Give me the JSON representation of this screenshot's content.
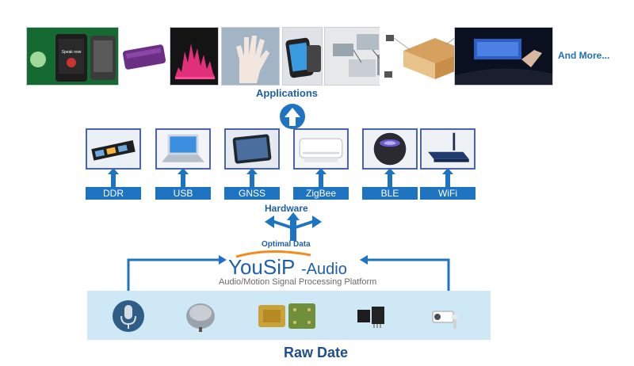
{
  "applications": {
    "title": "Applications",
    "more_label": "And More...",
    "thumbnails": [
      "voice-assistant",
      "headphones",
      "audio-visualizer",
      "gesture-hand",
      "smartphone-app",
      "hardware-collage",
      "smart-home",
      "car-dashboard"
    ],
    "voice_screen_text": "Speak now"
  },
  "hardware": {
    "title": "Hardware",
    "items": [
      {
        "label": "DDR",
        "icon": "memory-icon"
      },
      {
        "label": "USB",
        "icon": "laptop-icon"
      },
      {
        "label": "GNSS",
        "icon": "tablet-icon"
      },
      {
        "label": "ZigBee",
        "icon": "air-conditioner-icon"
      },
      {
        "label": "BLE",
        "icon": "speaker-icon"
      },
      {
        "label": "WiFi",
        "icon": "router-icon"
      }
    ]
  },
  "platform": {
    "optimal_label": "Optimal Data",
    "logo_main": "YouSiP",
    "logo_suffix": "-Audio",
    "subtitle": "Audio/Motion Signal Processing Platform",
    "brand_blue": "#1f5fa8",
    "brand_orange": "#f28c1a"
  },
  "raw": {
    "title": "Raw Date",
    "sensors": [
      "microphone-icon",
      "speaker-capsule-icon",
      "mems-chip-icon",
      "ic-chip-icon",
      "camera-icon"
    ]
  }
}
